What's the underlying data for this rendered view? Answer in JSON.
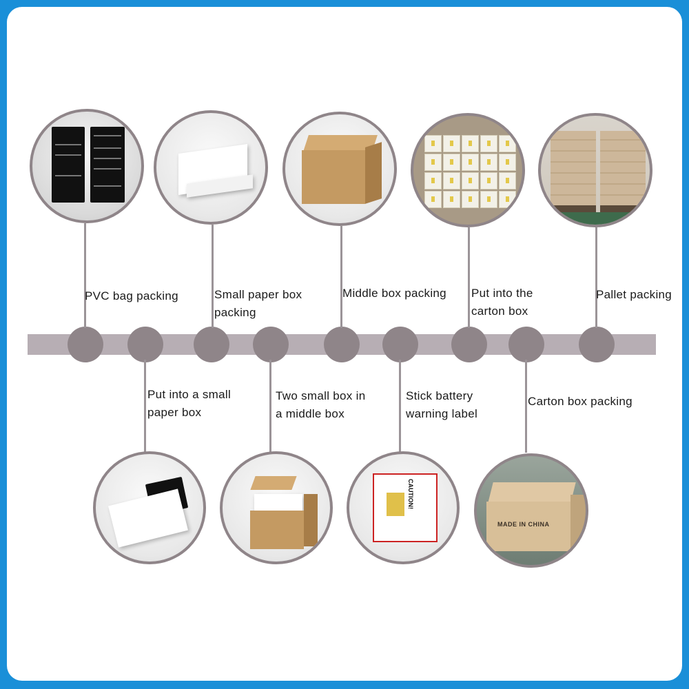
{
  "steps_top": [
    {
      "label": "PVC bag packing"
    },
    {
      "label": "Small paper box\npacking"
    },
    {
      "label": "Middle box packing"
    },
    {
      "label": "Put into the\ncarton box"
    },
    {
      "label": "Pallet packing"
    }
  ],
  "steps_bottom": [
    {
      "label": "Put into a small\npaper box"
    },
    {
      "label": "Two small box in\na middle box"
    },
    {
      "label": "Stick battery\nwarning label"
    },
    {
      "label": "Carton box packing"
    }
  ],
  "photo_text": {
    "caution": "CAUTION!",
    "made_in": "MADE IN CHINA"
  },
  "colors": {
    "background": "#1a8fd8",
    "timeline": "#b7aeb4",
    "node": "#8f8589"
  }
}
